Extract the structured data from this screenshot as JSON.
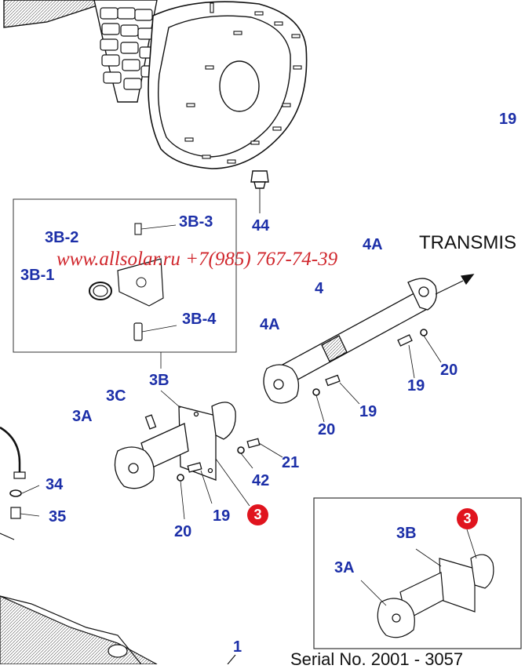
{
  "watermark": "www.allsolar.ru +7(985) 767-74-39",
  "direction_text": "TRANSMIS",
  "serial_text": "Serial No. 2001 - 3057",
  "badge_value": "3",
  "labels": {
    "l19_top": "19",
    "l44": "44",
    "l3b3": "3B-3",
    "l3b2": "3B-2",
    "l3b1": "3B-1",
    "l3b4": "3B-4",
    "l4a_top": "4A",
    "l4": "4",
    "l4a": "4A",
    "l19_a": "19",
    "l20_a": "20",
    "l19_b": "19",
    "l20_b": "20",
    "l3b": "3B",
    "l3c": "3C",
    "l3a": "3A",
    "l21": "21",
    "l42": "42",
    "l19_c": "19",
    "l20_c": "20",
    "l34": "34",
    "l35": "35",
    "l1": "1",
    "inset_3b": "3B",
    "inset_3a": "3A"
  }
}
